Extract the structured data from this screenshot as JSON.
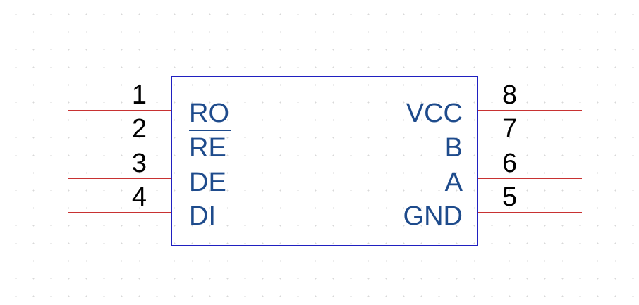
{
  "colors": {
    "pin_line": "#c83232",
    "body_outline": "#2020c0",
    "pin_label": "#1e4b8c",
    "pin_number": "#000000"
  },
  "component": {
    "left_pins": [
      {
        "number": "1",
        "name": "RO",
        "overbar": false
      },
      {
        "number": "2",
        "name": "RE",
        "overbar": true
      },
      {
        "number": "3",
        "name": "DE",
        "overbar": false
      },
      {
        "number": "4",
        "name": "DI",
        "overbar": false
      }
    ],
    "right_pins": [
      {
        "number": "8",
        "name": "VCC",
        "overbar": false
      },
      {
        "number": "7",
        "name": "B",
        "overbar": false
      },
      {
        "number": "6",
        "name": "A",
        "overbar": false
      },
      {
        "number": "5",
        "name": "GND",
        "overbar": false
      }
    ]
  }
}
